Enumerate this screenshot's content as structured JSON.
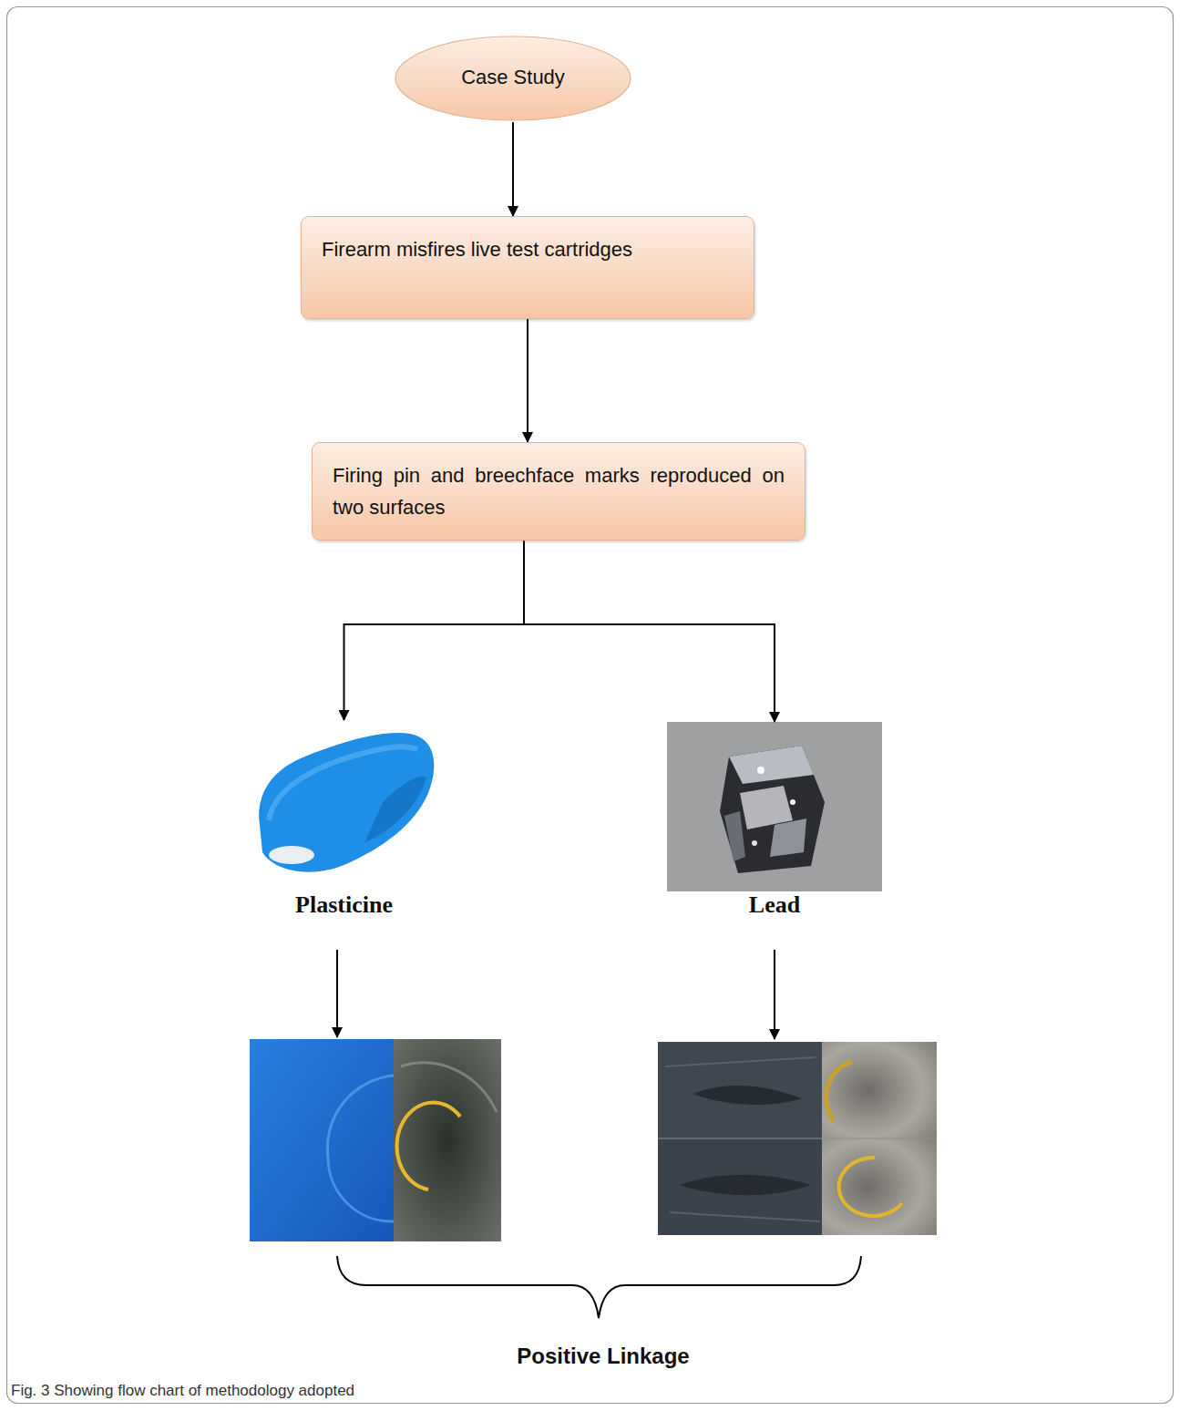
{
  "diagram": {
    "caption": "Fig. 3 Showing flow chart of methodology adopted",
    "nodes": [
      {
        "text": [
          "Case Study"
        ]
      },
      {
        "text": [
          "Firearm misfires live test cartridges"
        ]
      },
      {
        "text": [
          "Firing pin and breechface marks reproduced on two surfaces"
        ]
      },
      {
        "text": [
          "Plasticine"
        ]
      },
      {
        "text": [
          "Lead"
        ]
      }
    ],
    "edges": [
      {
        "from": 0,
        "to": 1,
        "arrow": "to"
      },
      {
        "from": 1,
        "to": 2,
        "arrow": "to"
      },
      {
        "from": 2,
        "to": 3,
        "arrow": "to"
      },
      {
        "from": 2,
        "to": 4,
        "arrow": "to"
      }
    ],
    "labels": [
      "Positive Linkage"
    ]
  }
}
